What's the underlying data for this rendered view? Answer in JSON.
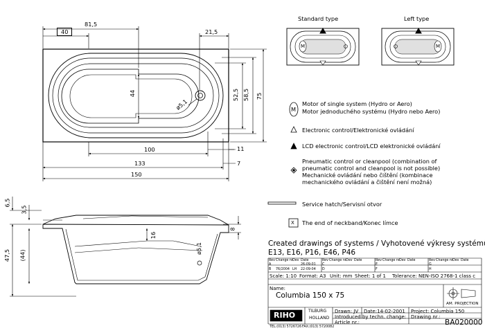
{
  "dims_top": {
    "d81_5": "81,5",
    "d40": "40",
    "d21_5": "21,5",
    "d44": "44",
    "d52_5": "52,5",
    "d58_5": "58,5",
    "d75": "75",
    "d5_1": "ø5,1",
    "d100": "100",
    "d11": "11",
    "d133": "133",
    "d7": "7",
    "d150": "150"
  },
  "dims_side": {
    "d6_5": "6,5",
    "d3_5": "3,5",
    "d47_5": "47,5",
    "d44p": "(44)",
    "d16": "16",
    "d5_1": "ø5,1",
    "d8": "8"
  },
  "types": {
    "standard": "Standard type",
    "left": "Left type"
  },
  "legend": {
    "motor_line1": "Motor of single system (Hydro or Aero)",
    "motor_line2": "Motor jednoduchého systému (Hydro nebo Aero)",
    "electronic": "Electronic control/Elektronické ovládání",
    "lcd": "LCD electronic control/LCD elektronické ovládání",
    "pneu_line1": "Pneumatic control or cleanpool (combination of",
    "pneu_line2": "pneumatic control and cleanpool is not possible)",
    "pneu_line3": "Mechanické ovládání nebo čištění (kombinace",
    "pneu_line4": "mechanického ovládání a čištění není možná)",
    "hatch": "Service hatch/Servisní otvor",
    "neckband": "The end of neckband/Konec límce",
    "motor_symbol": "M",
    "neck_symbol": "X"
  },
  "systems": {
    "header": "Created drawings of systems / Vyhotovené výkresy systémů:",
    "list": "E13, E16, P16, E46, P46"
  },
  "revision_table": {
    "headers": [
      "Rev",
      "Change nr.",
      "Dev",
      "Date"
    ],
    "rows": [
      [
        "A",
        "",
        "",
        "26-09-01",
        "C",
        "",
        "",
        "",
        "E",
        "",
        "",
        "",
        "G",
        "",
        "",
        ""
      ],
      [
        "B",
        "76/2004",
        "LH",
        "22-09-04",
        "D",
        "",
        "",
        "",
        "F",
        "",
        "",
        "",
        "H",
        "",
        "",
        ""
      ]
    ]
  },
  "title_block": {
    "scale": "Scale: 1:10",
    "format": "Format: A3",
    "unit": "Unit: mm",
    "sheet": "Sheet: 1 of 1",
    "tolerance": "Tolerance: NEN-ISO 2768-1 class c",
    "name_label": "Name:",
    "name": "Columbia 150 x 75",
    "projection": "AM. PROJECTION",
    "brand": "RIHO",
    "city1": "TILBURG",
    "city2": "HOLLAND",
    "tel": "TEL:(013) 5726726",
    "fax": "FAX:(013) 5720082",
    "drawn": "Drawn:   JV",
    "date": "Date:14-02-2001",
    "project": "Project: Columbia 150",
    "introduced": "Introduced by techn. change:",
    "drawing_nr": "Drawing nr.:",
    "article_nr": "Article nr.:",
    "drawing_number": "BA020000"
  }
}
